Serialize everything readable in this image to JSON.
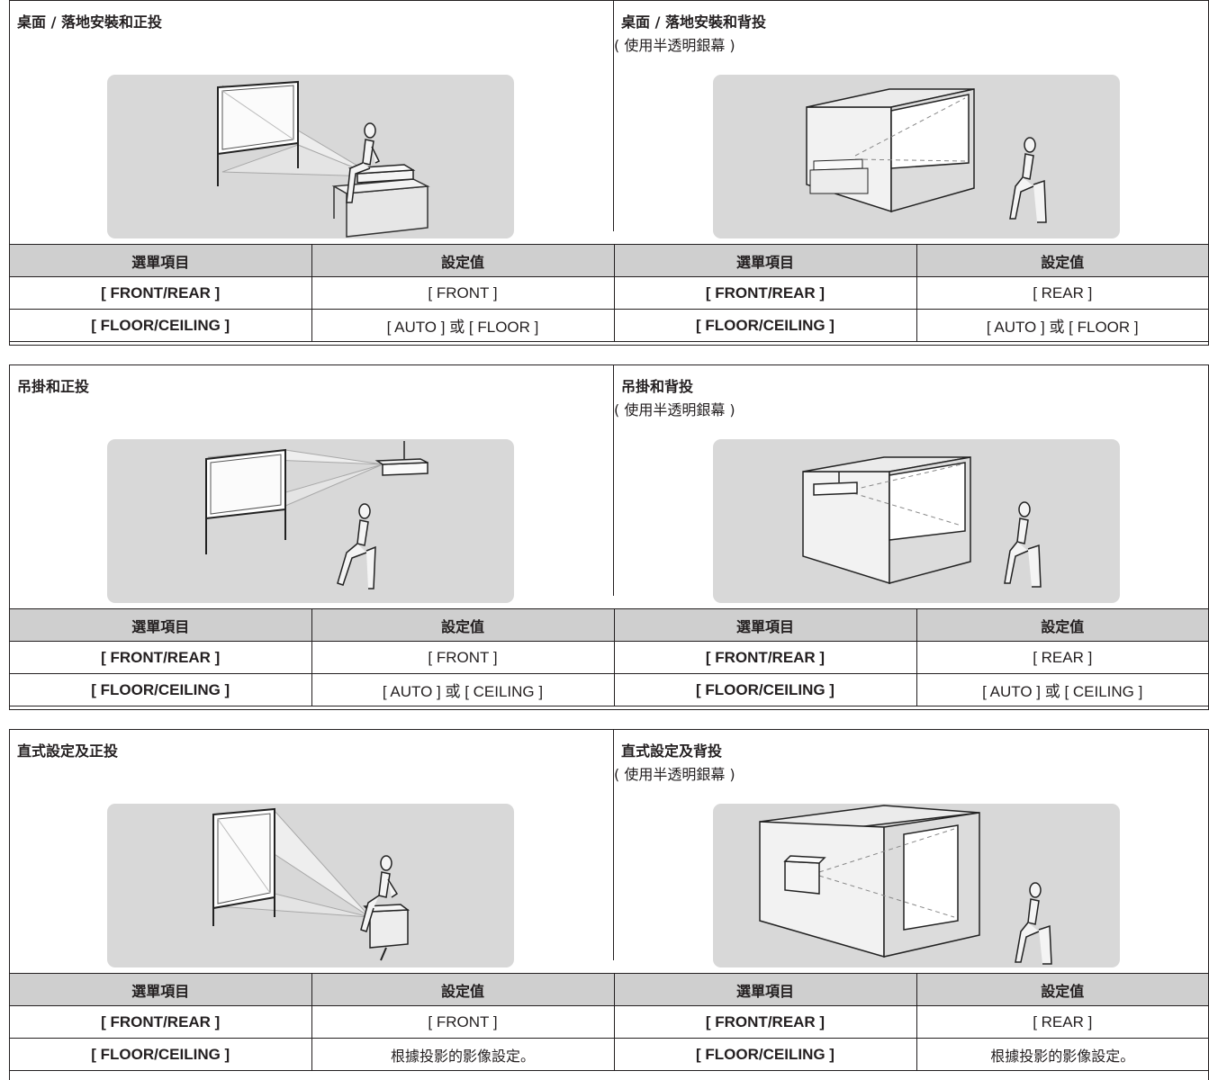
{
  "headers": {
    "item": "選單項目",
    "value": "設定值"
  },
  "subtitle": "( 使用半透明銀幕 )",
  "sections": [
    {
      "left": {
        "title": "桌面 / 落地安裝和正投"
      },
      "right": {
        "title": "桌面 / 落地安裝和背投",
        "subtitle": "( 使用半透明銀幕 )"
      },
      "rows": [
        {
          "item": "[ FRONT/REAR ]",
          "left_value": "[ FRONT ]",
          "right_value": "[ REAR ]"
        },
        {
          "item": "[ FLOOR/CEILING ]",
          "left_value": "[ AUTO ] 或 [ FLOOR ]",
          "right_value": "[ AUTO ] 或 [ FLOOR ]"
        }
      ]
    },
    {
      "left": {
        "title": "吊掛和正投"
      },
      "right": {
        "title": "吊掛和背投",
        "subtitle": "( 使用半透明銀幕 )"
      },
      "rows": [
        {
          "item": "[ FRONT/REAR ]",
          "left_value": "[ FRONT ]",
          "right_value": "[ REAR ]"
        },
        {
          "item": "[ FLOOR/CEILING ]",
          "left_value": "[ AUTO ] 或 [ CEILING ]",
          "right_value": "[ AUTO ] 或 [ CEILING ]"
        }
      ]
    },
    {
      "left": {
        "title": "直式設定及正投"
      },
      "right": {
        "title": "直式設定及背投",
        "subtitle": "( 使用半透明銀幕 )"
      },
      "rows": [
        {
          "item": "[ FRONT/REAR ]",
          "left_value": "[ FRONT ]",
          "right_value": "[ REAR ]"
        },
        {
          "item": "[ FLOOR/CEILING ]",
          "left_value": "根據投影的影像設定。",
          "right_value": "根據投影的影像設定。"
        }
      ]
    }
  ]
}
